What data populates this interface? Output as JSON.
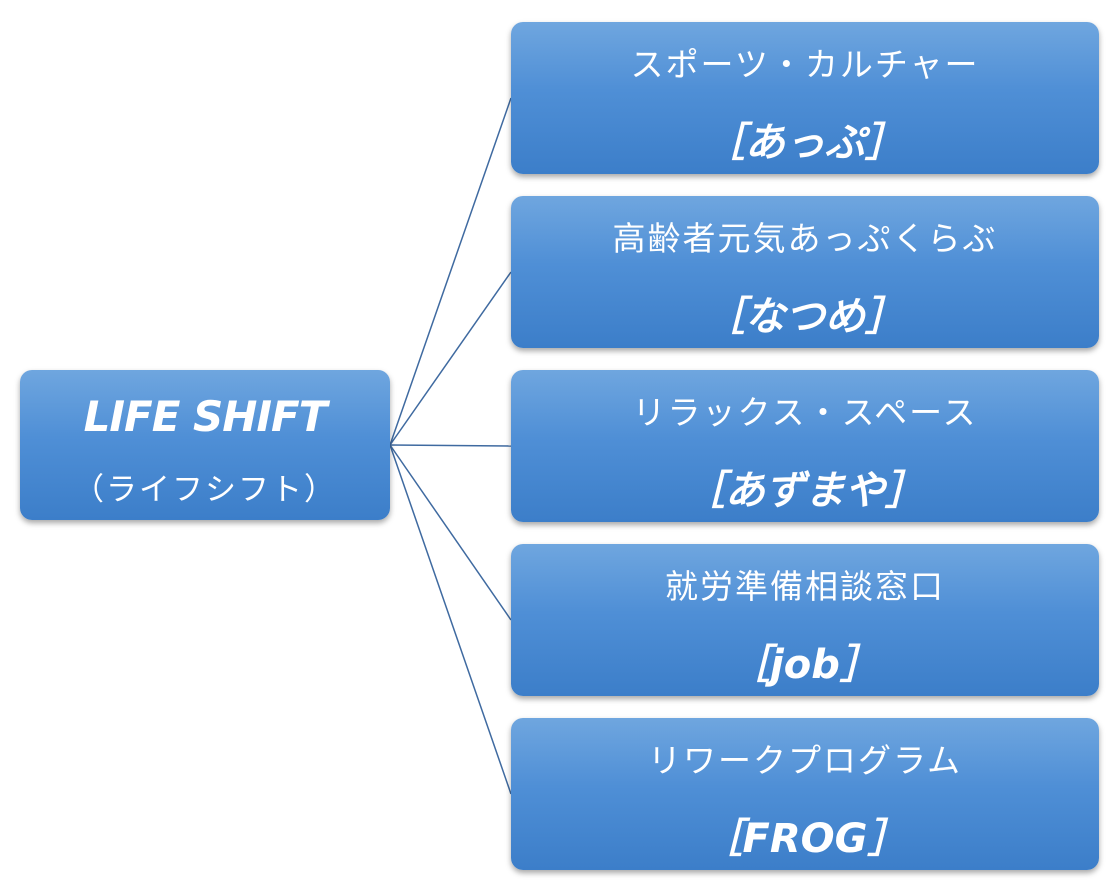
{
  "root": {
    "title": "LIFE SHIFT",
    "subtitle": "（ライフシフト）"
  },
  "children": [
    {
      "label": "スポーツ・カルチャー",
      "tag": "［あっぷ］"
    },
    {
      "label": "高齢者元気あっぷくらぶ",
      "tag": "［なつめ］"
    },
    {
      "label": "リラックス・スペース",
      "tag": "［あずまや］"
    },
    {
      "label": "就労準備相談窓口",
      "tag": "［job］"
    },
    {
      "label": "リワークプログラム",
      "tag": "［FROG］"
    }
  ],
  "colors": {
    "node_fill": "#4f8fd6",
    "connector": "#3f6aa0",
    "text": "#ffffff"
  }
}
